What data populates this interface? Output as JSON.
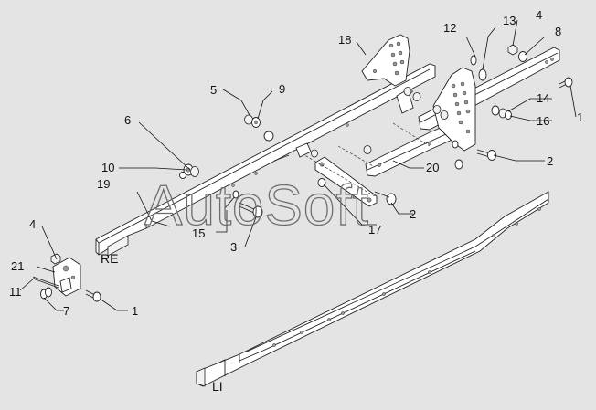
{
  "watermark": "AutoSoft",
  "part_tags": {
    "right_frame": "RE",
    "left_frame": "LI"
  },
  "callouts": [
    "1",
    "1",
    "2",
    "2",
    "3",
    "4",
    "4",
    "5",
    "6",
    "7",
    "8",
    "9",
    "10",
    "11",
    "12",
    "13",
    "14",
    "15",
    "16",
    "17",
    "18",
    "19",
    "20",
    "21"
  ]
}
